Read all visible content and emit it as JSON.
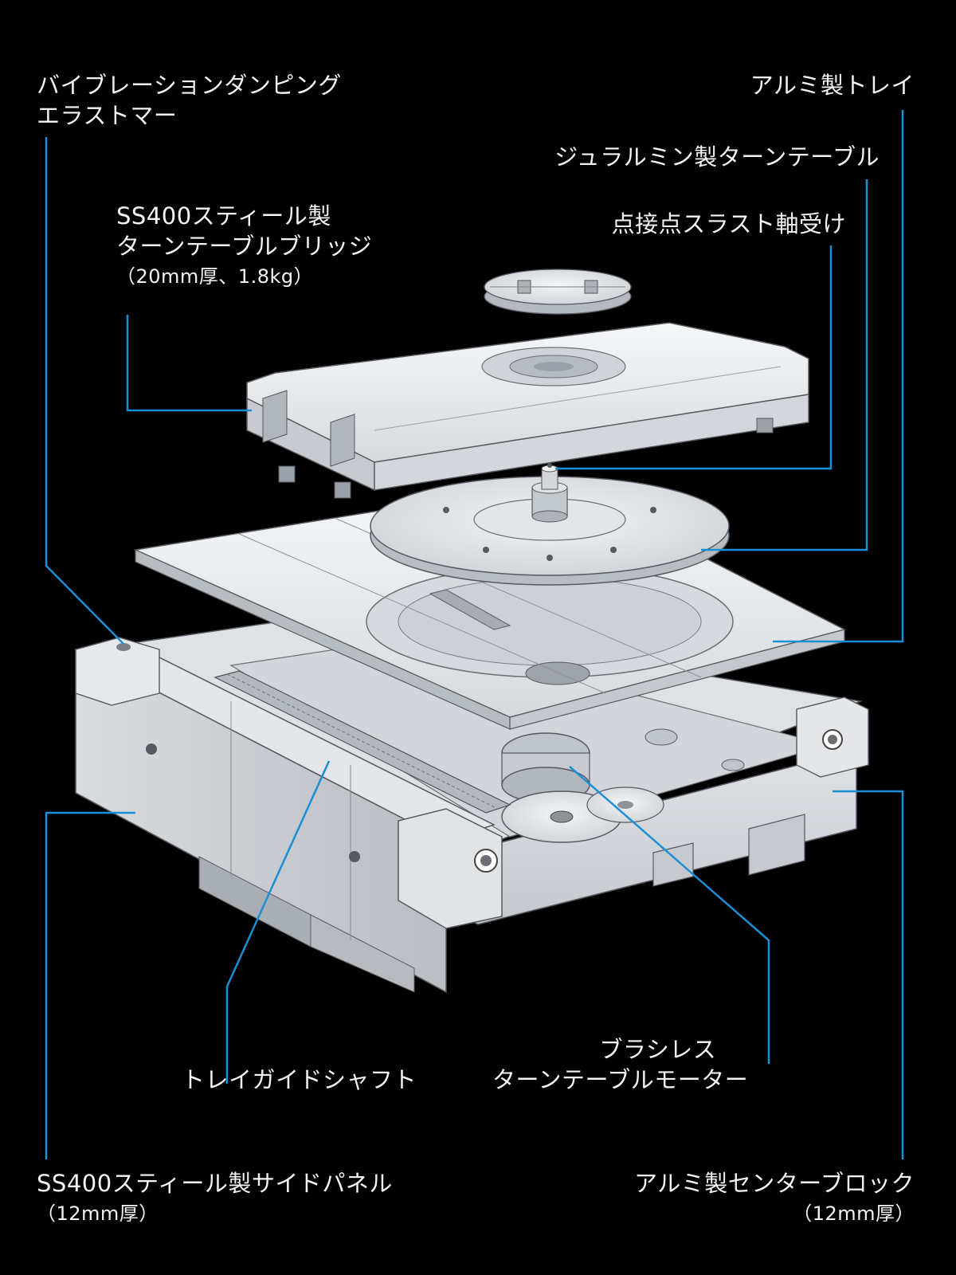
{
  "labels": {
    "vibration_damping": {
      "line1": "バイブレーションダンピング",
      "line2": "エラストマー"
    },
    "bridge": {
      "line1": "SS400スティール製",
      "line2": "ターンテーブルブリッジ",
      "line3": "（20mm厚、1.8kg）"
    },
    "tray": {
      "line1": "アルミ製トレイ"
    },
    "duralumin_turntable": {
      "line1": "ジュラルミン製ターンテーブル"
    },
    "thrust_bearing": {
      "line1": "点接点スラスト軸受け"
    },
    "guide_shaft": {
      "line1": "トレイガイドシャフト"
    },
    "motor": {
      "line1": "ブラシレス",
      "line2": "ターンテーブルモーター"
    },
    "side_panel": {
      "line1": "SS400スティール製サイドパネル",
      "line2": "（12mm厚）"
    },
    "center_block": {
      "line1": "アルミ製センターブロック",
      "line2": "（12mm厚）"
    }
  },
  "colors": {
    "background": "#000000",
    "leader_line": "#1a8fd6",
    "part_fill": "#e9ebee",
    "part_shade": "#c9cdd2",
    "part_dark": "#9aa0a7",
    "part_edge": "#555a60",
    "text": "#f4f4f4"
  }
}
